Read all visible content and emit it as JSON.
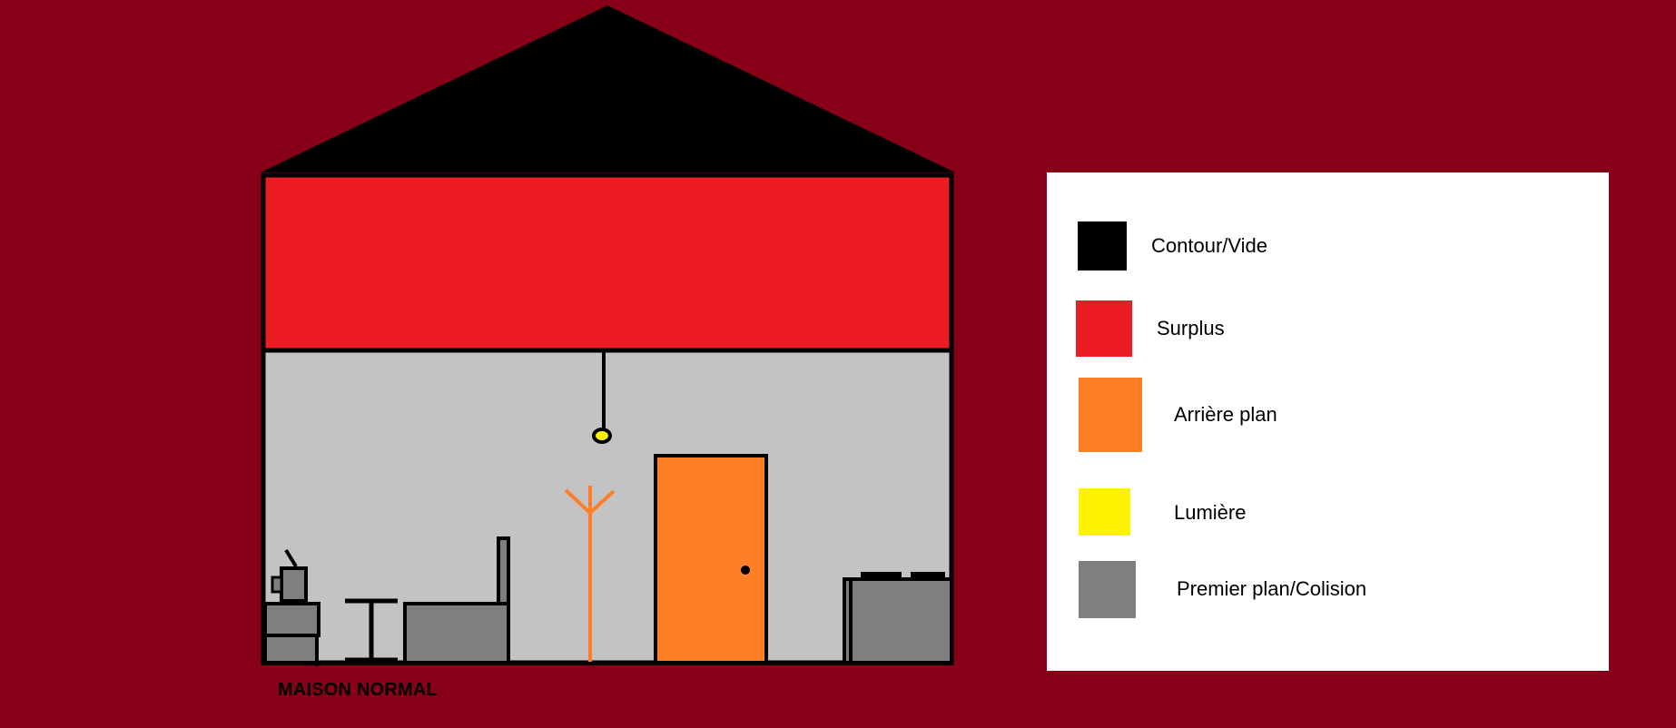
{
  "caption": "MAISON NORMAL",
  "colors": {
    "page_background": "#880018",
    "outline_void": "#000000",
    "surplus": "#ed1c24",
    "background_plane": "#ff7f27",
    "light": "#fff200",
    "foreground_collision": "#7f7f7f",
    "interior": "#c3c3c3",
    "legend_panel": "#ffffff"
  },
  "legend": {
    "items": [
      {
        "label": "Contour/Vide",
        "color": "#000000"
      },
      {
        "label": "Surplus",
        "color": "#ed1c24"
      },
      {
        "label": "Arrière plan",
        "color": "#ff7f27"
      },
      {
        "label": "Lumière",
        "color": "#fff200"
      },
      {
        "label": "Premier plan/Colision",
        "color": "#7f7f7f"
      }
    ]
  }
}
